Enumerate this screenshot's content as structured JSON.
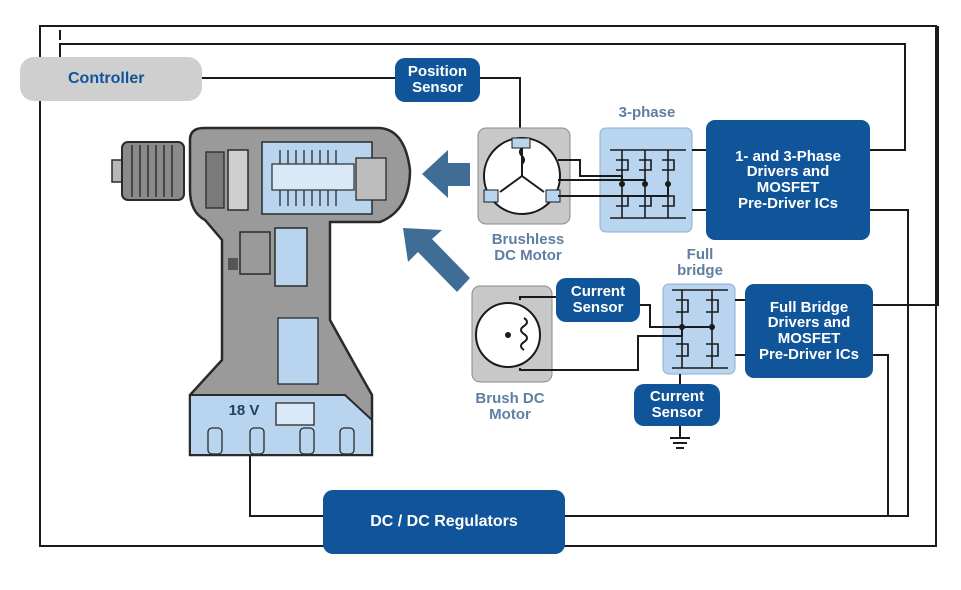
{
  "controller": {
    "label": "Controller"
  },
  "position_sensor": {
    "line1": "Position",
    "line2": "Sensor"
  },
  "three_phase": {
    "label": "3-phase"
  },
  "brushless_motor": {
    "line1": "Brushless",
    "line2": "DC Motor"
  },
  "phase_drivers": {
    "line1": "1- and 3-Phase",
    "line2": "Drivers and",
    "line3": "MOSFET",
    "line4": "Pre-Driver ICs"
  },
  "full_bridge": {
    "line1": "Full",
    "line2": "bridge"
  },
  "current_sensor_top": {
    "line1": "Current",
    "line2": "Sensor"
  },
  "current_sensor_bottom": {
    "line1": "Current",
    "line2": "Sensor"
  },
  "full_bridge_drivers": {
    "line1": "Full Bridge",
    "line2": "Drivers and",
    "line3": "MOSFET",
    "line4": "Pre-Driver ICs"
  },
  "brush_motor": {
    "line1": "Brush DC",
    "line2": "Motor"
  },
  "battery": {
    "label": "18 V"
  },
  "regulators": {
    "label": "DC / DC Regulators"
  },
  "colors": {
    "dark_blue": "#10549a",
    "light_blue": "#b8d4ef",
    "grey": "#c8c8c8",
    "label_grey_blue": "#5e7fa2",
    "arrow": "#3f6d96",
    "line": "#1a1a1a"
  }
}
